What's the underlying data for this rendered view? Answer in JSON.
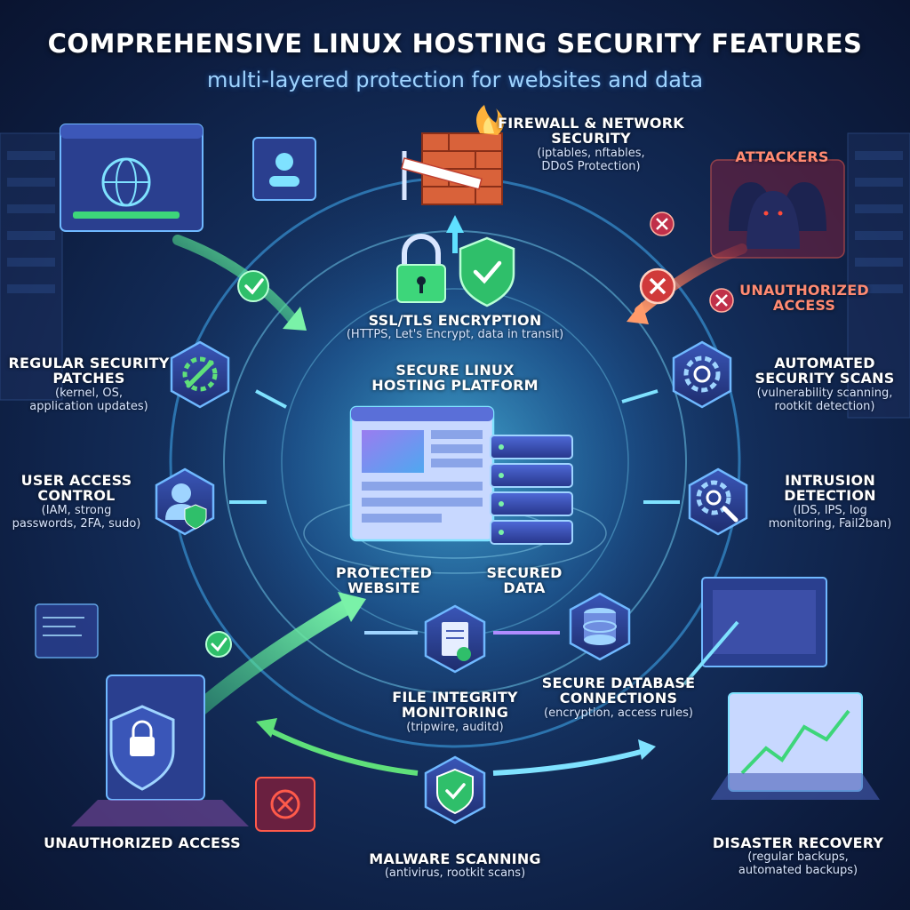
{
  "title": "COMPREHENSIVE LINUX HOSTING SECURITY FEATURES",
  "subtitle": "multi-layered protection for websites and data",
  "center": {
    "title_line1": "SECURE LINUX",
    "title_line2": "HOSTING PLATFORM",
    "website_line1": "PROTECTED",
    "website_line2": "WEBSITE",
    "data_line1": "SECURED",
    "data_line2": "DATA"
  },
  "features": {
    "firewall": {
      "line1": "FIREWALL & NETWORK",
      "line2": "SECURITY",
      "desc1": "(iptables, nftables,",
      "desc2": "DDoS Protection)"
    },
    "ssl": {
      "line1": "SSL/TLS ENCRYPTION",
      "desc1": "(HTTPS, Let's Encrypt, data in transit)"
    },
    "patches": {
      "line1": "REGULAR SECURITY",
      "line2": "PATCHES",
      "desc1": "(kernel, OS,",
      "desc2": "application updates)"
    },
    "scans": {
      "line1": "AUTOMATED",
      "line2": "SECURITY SCANS",
      "desc1": "(vulnerability scanning,",
      "desc2": "rootkit detection)"
    },
    "access": {
      "line1": "USER ACCESS",
      "line2": "CONTROL",
      "desc1": "(IAM, strong",
      "desc2": "passwords, 2FA, sudo)"
    },
    "intrusion": {
      "line1": "INTRUSION",
      "line2": "DETECTION",
      "desc1": "(IDS, IPS, log",
      "desc2": "monitoring, Fail2ban)"
    },
    "integrity": {
      "line1": "FILE INTEGRITY",
      "line2": "MONITORING",
      "desc1": "(tripwire, auditd)"
    },
    "database": {
      "line1": "SECURE DATABASE",
      "line2": "CONNECTIONS",
      "desc1": "(encryption, access rules)"
    },
    "malware": {
      "line1": "MALWARE SCANNING",
      "desc1": "(antivirus, rootkit scans)"
    },
    "recovery": {
      "line1": "DISASTER RECOVERY",
      "desc1": "(regular backups,",
      "desc2": "automated backups)"
    }
  },
  "threats": {
    "attackers": "ATTACKERS",
    "unauth_line1": "UNAUTHORIZED",
    "unauth_line2": "ACCESS",
    "unauth_bottom": "UNAUTHORIZED ACCESS"
  },
  "colors": {
    "accent": "#38c7ff",
    "secure_green": "#3dd67a",
    "threat_red": "#ff5a4a",
    "hex_fill": "#2a3f8f"
  }
}
